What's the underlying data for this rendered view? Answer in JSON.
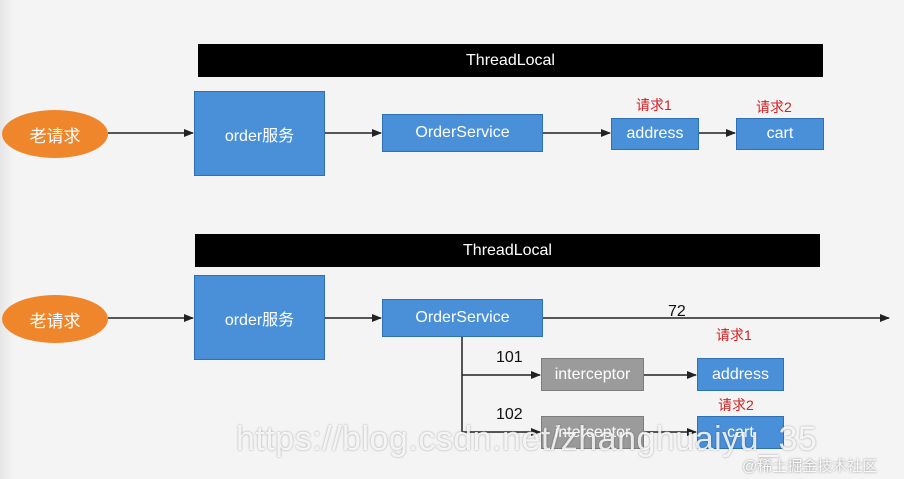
{
  "top_diagram": {
    "threadlocal_label": "ThreadLocal",
    "source_label": "老请求",
    "order_service_cn": "order服务",
    "order_service": "OrderService",
    "address": "address",
    "cart": "cart",
    "request1_label": "请求1",
    "request2_label": "请求2"
  },
  "bottom_diagram": {
    "threadlocal_label": "ThreadLocal",
    "source_label": "老请求",
    "order_service_cn": "order服务",
    "order_service": "OrderService",
    "thread_72": "72",
    "thread_101": "101",
    "thread_102": "102",
    "interceptor_1": "interceptor",
    "interceptor_2": "interceptor",
    "address": "address",
    "cart": "cart",
    "request1_label": "请求1",
    "request2_label": "请求2"
  },
  "watermark": {
    "url": "https://blog.csdn.net/zhanghuaiyu_35",
    "credit": "@稀土掘金技术社区"
  },
  "colors": {
    "box_blue": "#4a90d9",
    "box_gray": "#9b9b9b",
    "ellipse_orange": "#f0862c",
    "label_red": "#d42020",
    "bar_black": "#000000"
  }
}
